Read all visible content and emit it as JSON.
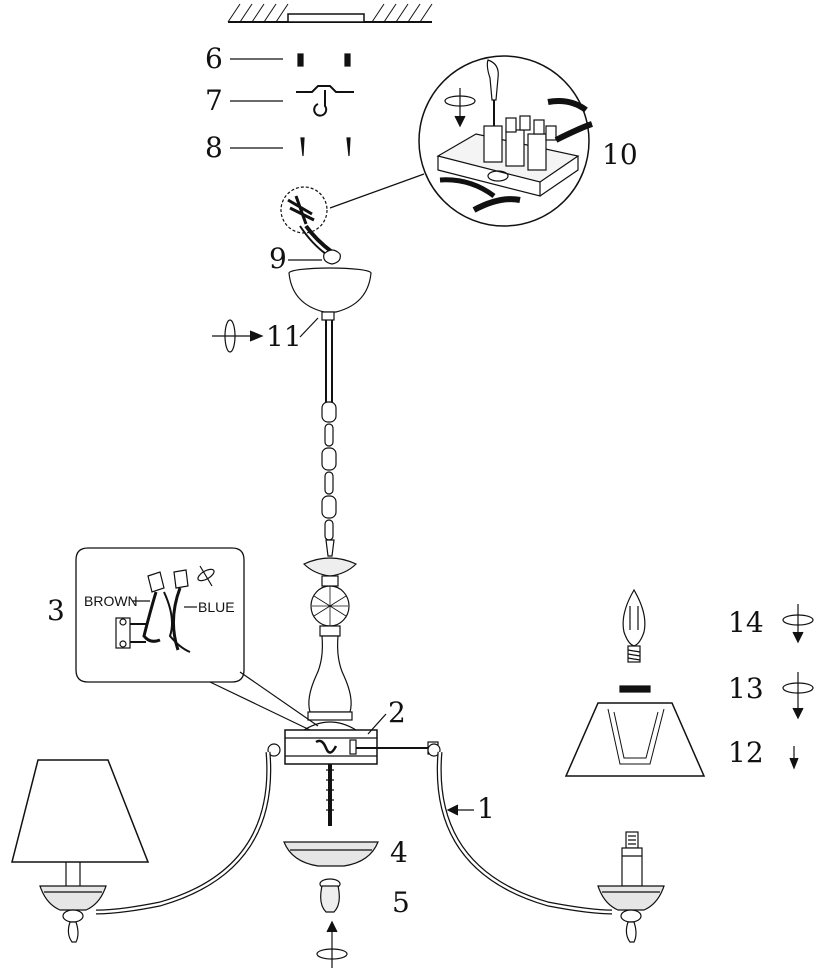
{
  "callouts": {
    "c1": "1",
    "c2": "2",
    "c3": "3",
    "c4": "4",
    "c5": "5",
    "c6": "6",
    "c7": "7",
    "c8": "8",
    "c9": "9",
    "c10": "10",
    "c11": "11",
    "c12": "12",
    "c13": "13",
    "c14": "14"
  },
  "wire_labels": {
    "brown": "BROWN",
    "blue": "BLUE"
  },
  "colors": {
    "ink": "#111111",
    "metal": "#cfcfcf",
    "shade": "#ffffff"
  }
}
